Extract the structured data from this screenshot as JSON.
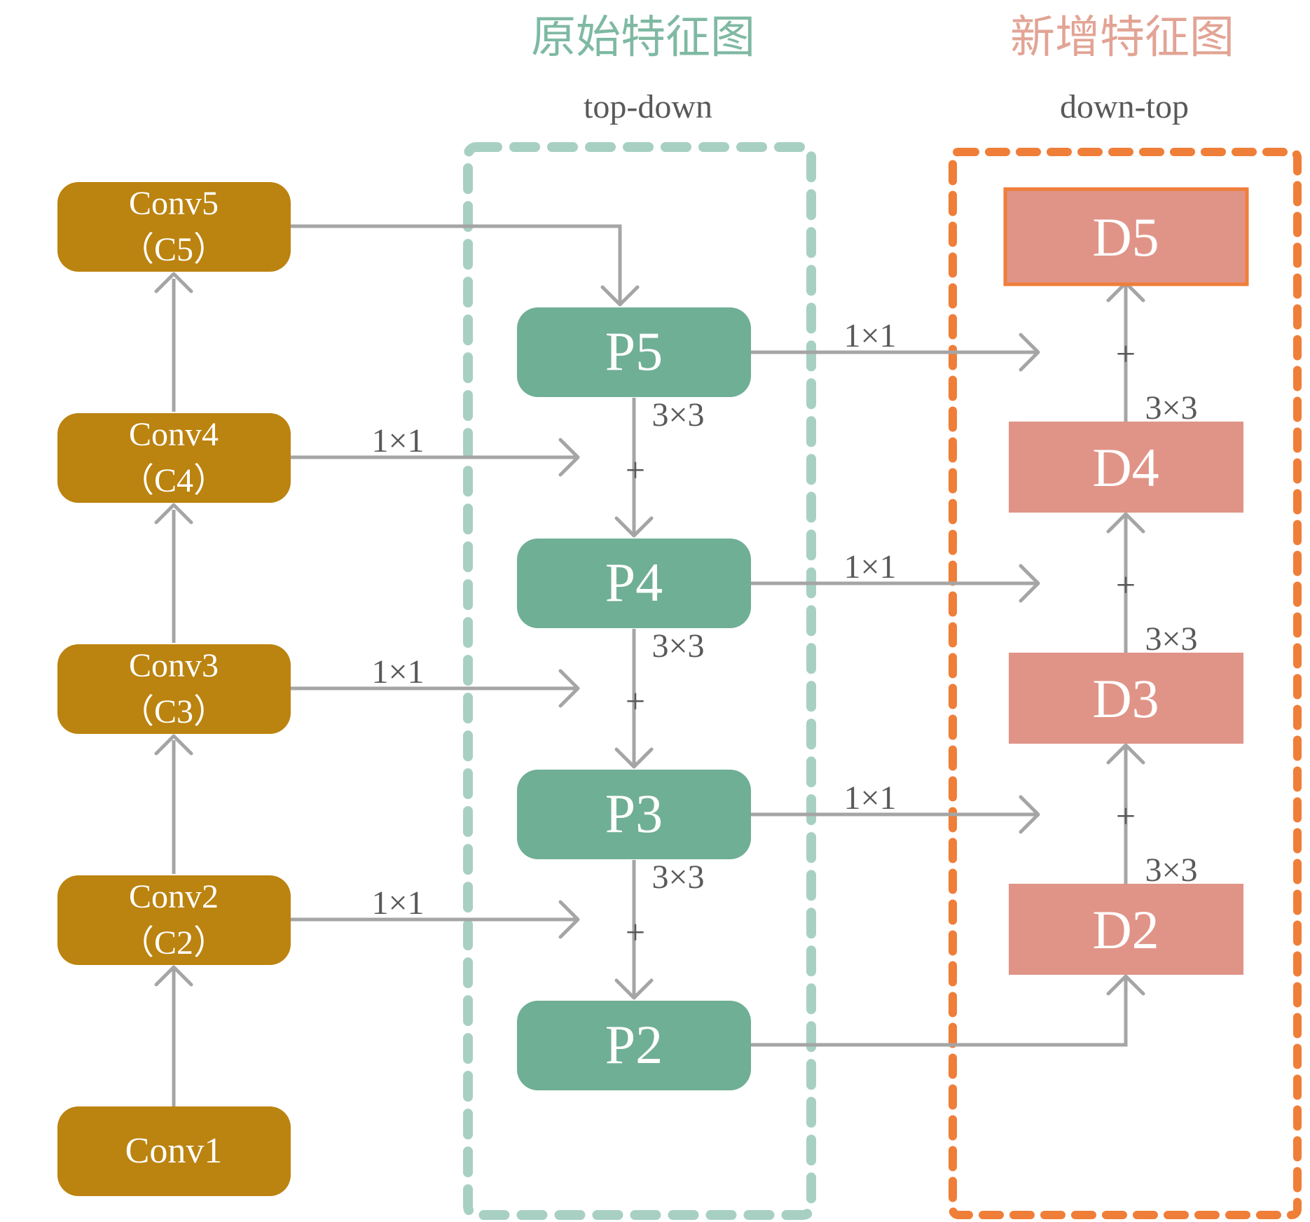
{
  "headers": {
    "original_title": "原始特征图",
    "added_title": "新增特征图",
    "top_down_label": "top-down",
    "down_top_label": "down-top"
  },
  "backbone": [
    {
      "id": "conv1",
      "line1": "Conv1",
      "line2": ""
    },
    {
      "id": "conv2",
      "line1": "Conv2",
      "line2": "（C2）"
    },
    {
      "id": "conv3",
      "line1": "Conv3",
      "line2": "（C3）"
    },
    {
      "id": "conv4",
      "line1": "Conv4",
      "line2": "（C4）"
    },
    {
      "id": "conv5",
      "line1": "Conv5",
      "line2": "（C5）"
    }
  ],
  "top_down": [
    {
      "id": "p5",
      "label": "P5"
    },
    {
      "id": "p4",
      "label": "P4"
    },
    {
      "id": "p3",
      "label": "P3"
    },
    {
      "id": "p2",
      "label": "P2"
    }
  ],
  "down_top": [
    {
      "id": "d5",
      "label": "D5"
    },
    {
      "id": "d4",
      "label": "D4"
    },
    {
      "id": "d3",
      "label": "D3"
    },
    {
      "id": "d2",
      "label": "D2"
    }
  ],
  "labels": {
    "lateral_conv": "1×1",
    "smooth_conv": "3×3",
    "add": "+"
  },
  "colors": {
    "backbone_fill": "#BB830F",
    "p_fill": "#6FAF95",
    "d_fill": "#E09487",
    "d5_border": "#EF7E39",
    "teal_dash": "#A7D0C3",
    "orange_dash": "#EF7E39",
    "arrow": "#A5A5A5",
    "teal_title": "#7FB9A3",
    "salmon_title": "#E2A495",
    "text_dark": "#595959"
  }
}
